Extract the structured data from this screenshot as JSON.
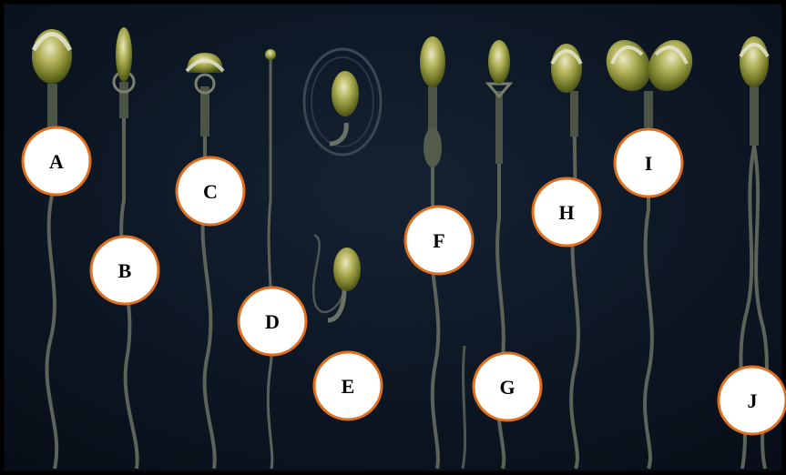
{
  "labels": {
    "A": "A",
    "B": "B",
    "C": "C",
    "D": "D",
    "E": "E",
    "F": "F",
    "G": "G",
    "H": "H",
    "I": "I",
    "J": "J"
  },
  "colors": {
    "background": "#0b121c",
    "frame": "#000000",
    "label_fill": "#ffffff",
    "label_stroke": "#e0701f",
    "head_light": "#e6e6c0",
    "head_dark": "#5e6a1e",
    "tail": "#5a6258"
  }
}
